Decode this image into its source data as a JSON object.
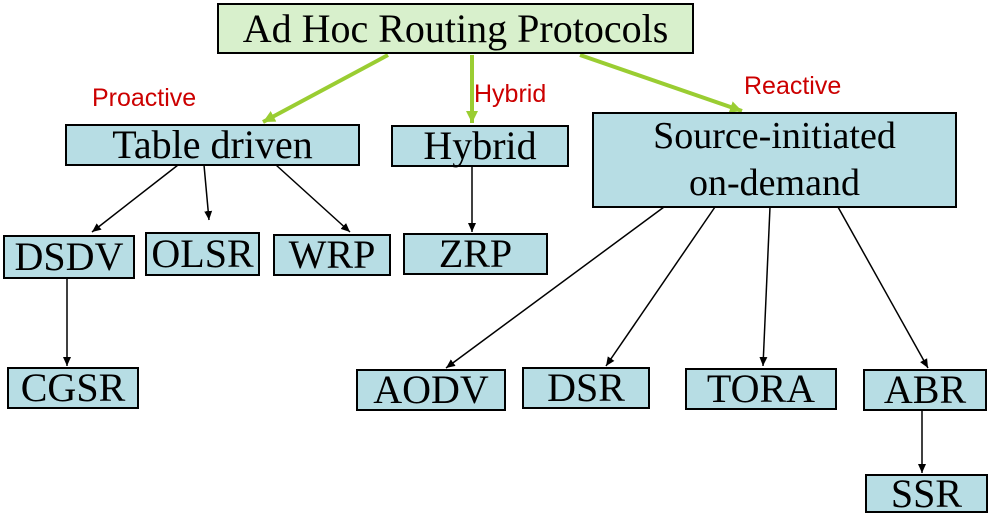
{
  "root": {
    "label": "Ad Hoc Routing Protocols"
  },
  "categories": {
    "proactive": {
      "label": "Proactive",
      "box": "Table driven"
    },
    "hybrid": {
      "label": "Hybrid",
      "box": "Hybrid"
    },
    "reactive": {
      "label": "Reactive",
      "box_line1": "Source-initiated",
      "box_line2": "on-demand"
    }
  },
  "protocols": {
    "dsdv": "DSDV",
    "olsr": "OLSR",
    "wrp": "WRP",
    "cgsr": "CGSR",
    "zrp": "ZRP",
    "aodv": "AODV",
    "dsr": "DSR",
    "tora": "TORA",
    "abr": "ABR",
    "ssr": "SSR"
  },
  "colors": {
    "root_fill": "#d8f0cc",
    "box_fill": "#b7dde4",
    "category_arrow": "#9acd32",
    "category_label": "#cc0000",
    "arrow": "#000000"
  }
}
